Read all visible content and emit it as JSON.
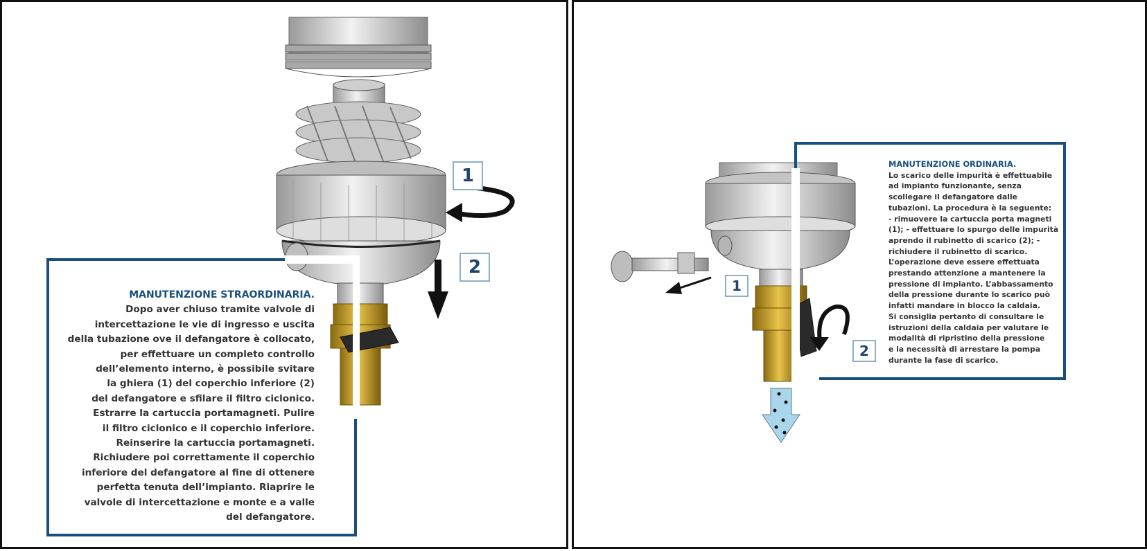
{
  "left": {
    "heading": "MANUTENZIONE STRAORDINARIA.",
    "lines": [
      "Dopo aver chiuso tramite valvole di",
      "intercettazione le vie di ingresso e uscita",
      "della tubazione ove il defangatore è collocato,",
      "per effettuare un completo controllo",
      "dell’elemento interno, è possibile svitare",
      "la ghiera (1) del coperchio inferiore (2)",
      "del defangatore e sfilare il filtro ciclonico.",
      "Estrarre la cartuccia portamagneti. Pulire",
      "il filtro ciclonico e il coperchio inferiore.",
      "Reinserire la cartuccia portamagneti.",
      "Richiudere poi correttamente il coperchio",
      "inferiore del defangatore al fine di ottenere",
      "perfetta tenuta dell’impianto. Riaprire le",
      "valvole di intercettazione e monte e a valle",
      "del defangatore."
    ],
    "label_1": "1",
    "label_2": "2"
  },
  "right": {
    "heading": "MANUTENZIONE ORDINARIA.",
    "lines": [
      "Lo scarico delle impurità è effettuabile",
      "ad impianto funzionante, senza",
      "scollegare il defangatore dalle",
      "tubazioni. La procedura è la seguente:",
      "- rimuovere la cartuccia porta magneti",
      "(1); - effettuare lo spurgo delle impurità",
      "aprendo il rubinetto di scarico (2); -",
      "richiudere il rubinetto di scarico.",
      "L’operazione deve essere effettuata",
      "prestando attenzione a mantenere la",
      "pressione di impianto. L’abbassamento",
      "della pressione durante lo scarico può",
      "infatti mandare in blocco la caldaia.",
      "Si consiglia pertanto di consultare le",
      "istruzioni della caldaia per valutare le",
      "modalità di ripristino della pressione",
      "e la necessità di arrestare la pompa",
      "durante la fase di scarico."
    ],
    "label_1": "1",
    "label_2": "2"
  },
  "colors": {
    "frame_blue": "#184f7c",
    "label_text": "#1c466e",
    "label_border": "#8cb0c6",
    "brass": "#c9a227",
    "body_grey": "#d4d4d4"
  }
}
